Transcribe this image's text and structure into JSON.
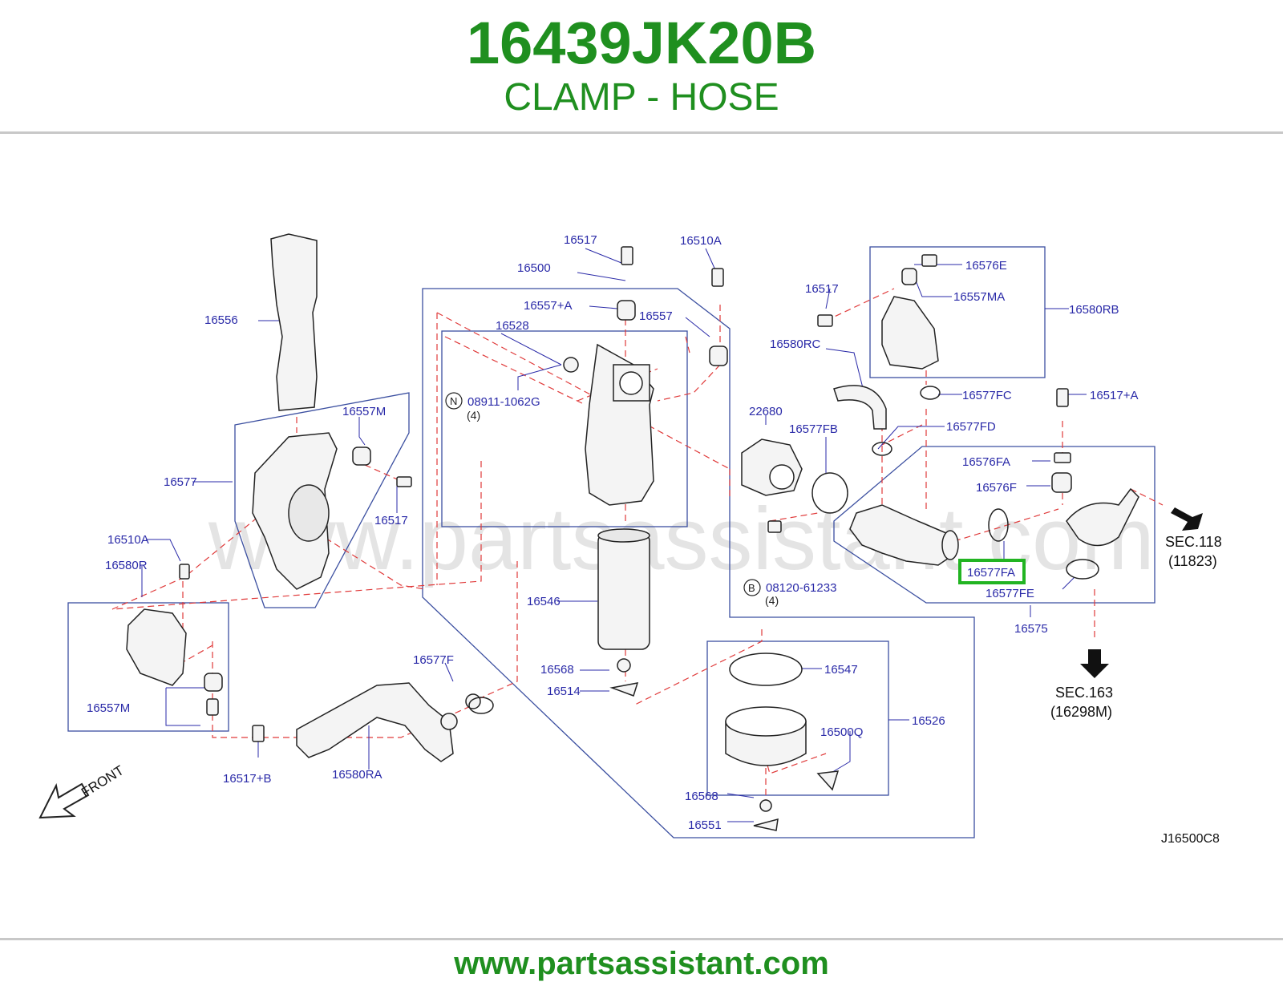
{
  "header": {
    "part_number": "16439JK20B",
    "part_name": "CLAMP - HOSE"
  },
  "diagram": {
    "watermark": "www.partsassistant.com",
    "highlighted_part": "16577FA",
    "callouts": {
      "c16517_top": "16517",
      "c16510A_top": "16510A",
      "c16500": "16500",
      "c16557A": "16557+A",
      "c16557": "16557",
      "c16528": "16528",
      "c08911": "08911-1062G",
      "c08911_qty": "(4)",
      "n_mark": "N",
      "c16556": "16556",
      "c16557M_top": "16557M",
      "c16577": "16577",
      "c16517_mid": "16517",
      "c16510A_left": "16510A",
      "c16580R": "16580R",
      "c16557M_bottom": "16557M",
      "c16546": "16546",
      "c16568_top": "16568",
      "c16514": "16514",
      "c16577F": "16577F",
      "c16517B": "16517+B",
      "c16580RA": "16580RA",
      "c16576E": "16576E",
      "c16557MA": "16557MA",
      "c16580RB": "16580RB",
      "c16517_right": "16517",
      "c16580RC": "16580RC",
      "c16577FC": "16577FC",
      "c16517A": "16517+A",
      "c22680": "22680",
      "c16577FB": "16577FB",
      "c16577FD": "16577FD",
      "c16576FA": "16576FA",
      "c16576F": "16576F",
      "c16577FA": "16577FA",
      "c16577FE": "16577FE",
      "c08120": "08120-61233",
      "c08120_qty": "(4)",
      "b_mark": "B",
      "c16575": "16575",
      "sec118": "SEC.118",
      "sec118_ref": "(11823)",
      "sec163": "SEC.163",
      "sec163_ref": "(16298M)",
      "c16547": "16547",
      "c16526": "16526",
      "c16500Q": "16500Q",
      "c16568_bottom": "16568",
      "c16551": "16551",
      "front": "FRONT",
      "drawing_code": "J16500C8"
    }
  },
  "footer": {
    "url": "www.partsassistant.com"
  },
  "colors": {
    "brand_green": "#1f8f1f",
    "callout_blue": "#2a2aa8",
    "frame_blue": "#3b4fa0",
    "dashed_red": "#e03a3a",
    "highlight_box": "#22b422"
  }
}
